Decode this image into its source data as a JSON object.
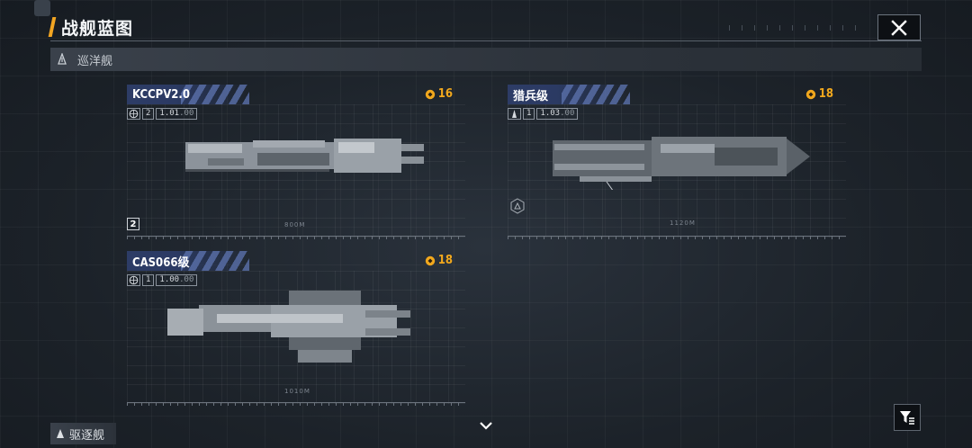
{
  "header": {
    "title": "战舰蓝图"
  },
  "category": {
    "current": "巡洋舰",
    "next": "驱逐舰"
  },
  "colors": {
    "accent": "#f2a522",
    "cost": "#f2a81d",
    "name_tab": "#2d3c66"
  },
  "ships": [
    {
      "name": "KCCPV2.0",
      "stat_level": "2",
      "stat_value": "1.01",
      "stat_suffix": ".00",
      "cost": "16",
      "scale": "800M",
      "badge": "2",
      "icon": "globe-icon"
    },
    {
      "name": "猎兵级",
      "stat_level": "1",
      "stat_value": "1.03",
      "stat_suffix": ".00",
      "cost": "18",
      "scale": "1120M",
      "icon": "ship-silhouette-icon"
    },
    {
      "name": "CAS066级",
      "stat_level": "1",
      "stat_value": "1.00",
      "stat_suffix": ".00",
      "cost": "18",
      "scale": "1010M",
      "icon": "globe-icon"
    }
  ]
}
